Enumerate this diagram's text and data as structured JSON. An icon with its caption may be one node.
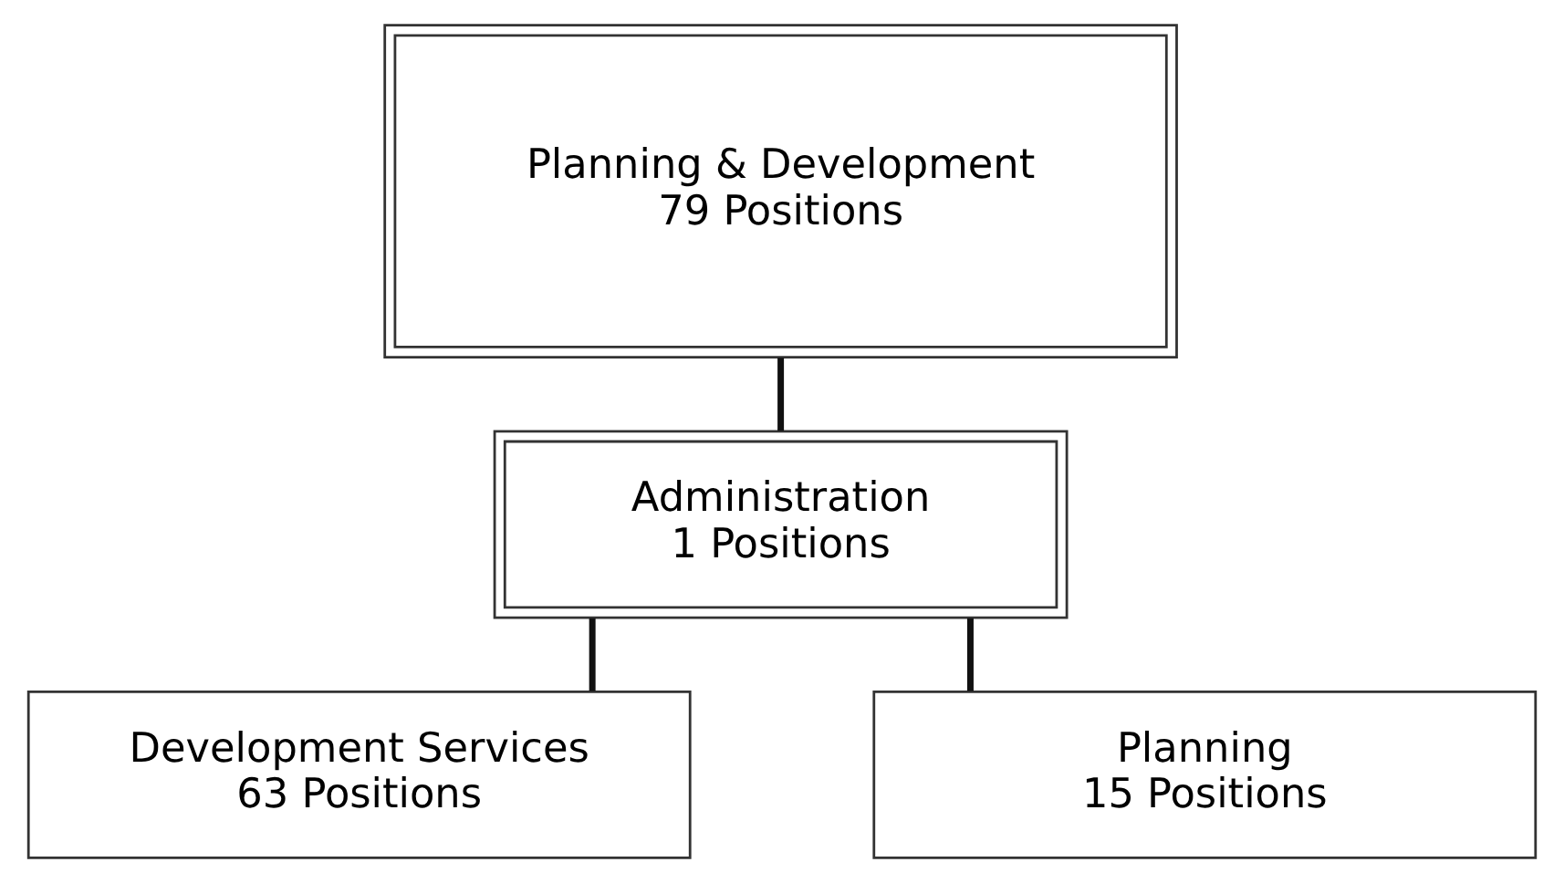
{
  "diagram": {
    "nodes": [
      {
        "text": [
          "Planning & Development",
          "79 Positions"
        ]
      },
      {
        "text": [
          "Administration",
          "1 Positions"
        ]
      },
      {
        "text": [
          "Development Services",
          "63 Positions"
        ]
      },
      {
        "text": [
          "Planning",
          "15 Positions"
        ]
      }
    ],
    "edges": [
      {
        "from": 0,
        "to": 1,
        "arrow": "none"
      },
      {
        "from": 1,
        "to": 2,
        "arrow": "none"
      },
      {
        "from": 1,
        "to": 3,
        "arrow": "none"
      }
    ]
  }
}
